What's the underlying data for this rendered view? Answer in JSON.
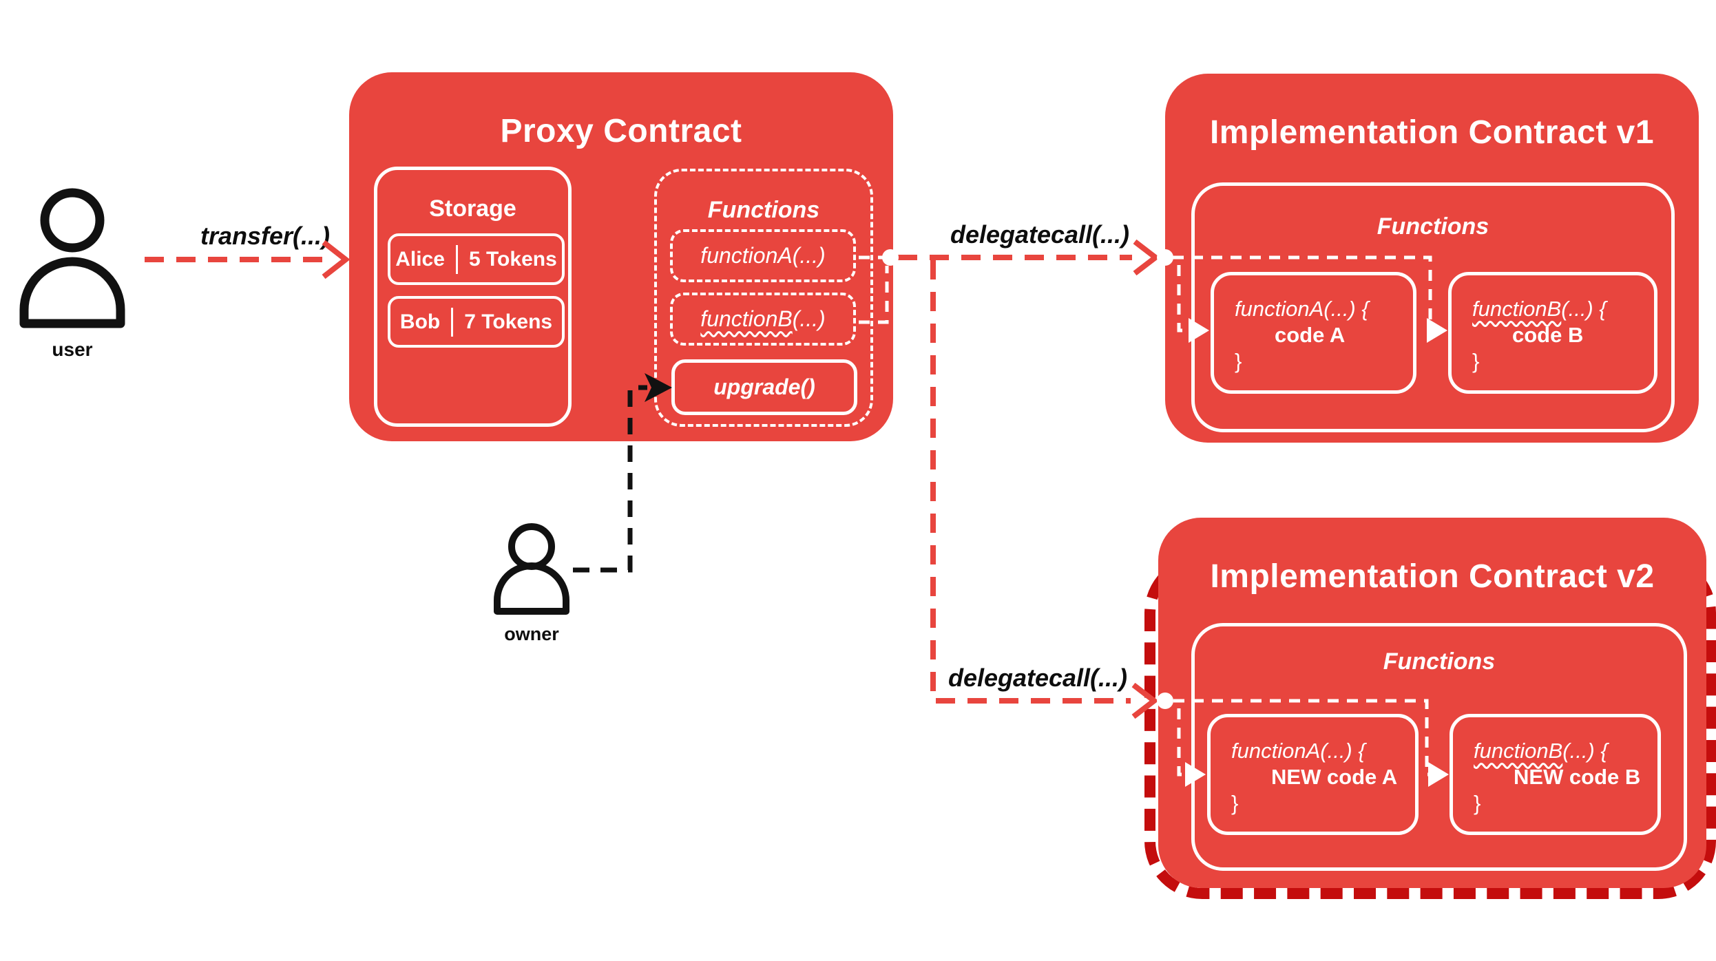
{
  "colors": {
    "box_red": "#E8453E",
    "dark_red": "#C40D0D",
    "line_black": "#111111",
    "white": "#FFFFFF"
  },
  "actors": {
    "user_label": "user",
    "owner_label": "owner"
  },
  "edges": {
    "transfer_label": "transfer(...)",
    "delegatecall_v1_label": "delegatecall(...)",
    "delegatecall_v2_label": "delegatecall(...)"
  },
  "proxy": {
    "title": "Proxy Contract",
    "storage": {
      "title": "Storage",
      "rows": [
        {
          "name": "Alice",
          "tokens": "5 Tokens"
        },
        {
          "name": "Bob",
          "tokens": "7 Tokens"
        }
      ]
    },
    "functions": {
      "title": "Functions",
      "function_a_label": "functionA(...)",
      "function_b_name": "functionB",
      "function_b_rest": "(...)",
      "upgrade_label": "upgrade()"
    }
  },
  "impl_v1": {
    "title": "Implementation Contract v1",
    "functions_title": "Functions",
    "function_a": {
      "name": "functionA",
      "sig_rest": "(...) {",
      "body": "code A",
      "close": "}"
    },
    "function_b": {
      "name": "functionB",
      "sig_rest": "(...) {",
      "body": "code B",
      "close": "}"
    }
  },
  "impl_v2": {
    "title": "Implementation Contract v2",
    "functions_title": "Functions",
    "function_a": {
      "name": "functionA",
      "sig_rest": "(...) {",
      "body": "NEW code A",
      "close": "}"
    },
    "function_b": {
      "name": "functionB",
      "sig_rest": "(...) {",
      "body": "NEW code B",
      "close": "}"
    }
  }
}
